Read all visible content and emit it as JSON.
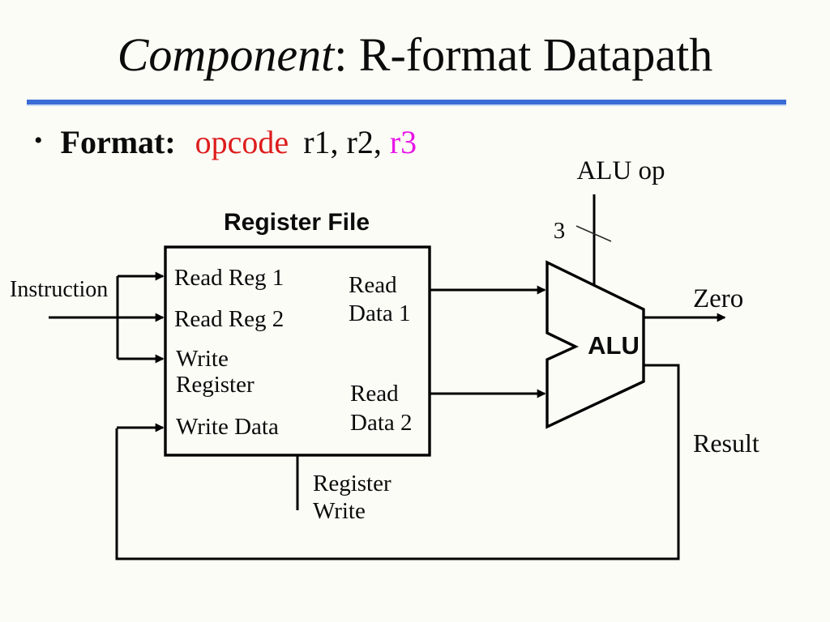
{
  "slide": {
    "title_italic": "Component",
    "title_rest": ": R-format Datapath",
    "bullet_marker": "•",
    "format_label": "Format:",
    "format_opcode": "opcode",
    "format_regs": "r1, r2,",
    "format_r3": "r3"
  },
  "diagram": {
    "instruction_label": "Instruction",
    "register_file": {
      "title": "Register File",
      "read_reg_1": "Read Reg 1",
      "read_reg_2": "Read Reg 2",
      "write_register_line1": "Write",
      "write_register_line2": "Register",
      "write_data": "Write Data",
      "read_data_1_line1": "Read",
      "read_data_1_line2": "Data 1",
      "read_data_2_line1": "Read",
      "read_data_2_line2": "Data 2"
    },
    "signals": {
      "alu_op": "ALU op",
      "bus_width": "3",
      "register_write_line1": "Register",
      "register_write_line2": "Write",
      "zero": "Zero",
      "result": "Result"
    },
    "alu_label": "ALU"
  },
  "colors": {
    "title_rule_blue": "#3A6BD6",
    "red": "#DD1D1D",
    "magenta": "#CC14CC",
    "bright_magenta": "#E816E8",
    "wire_black": "#000000"
  }
}
